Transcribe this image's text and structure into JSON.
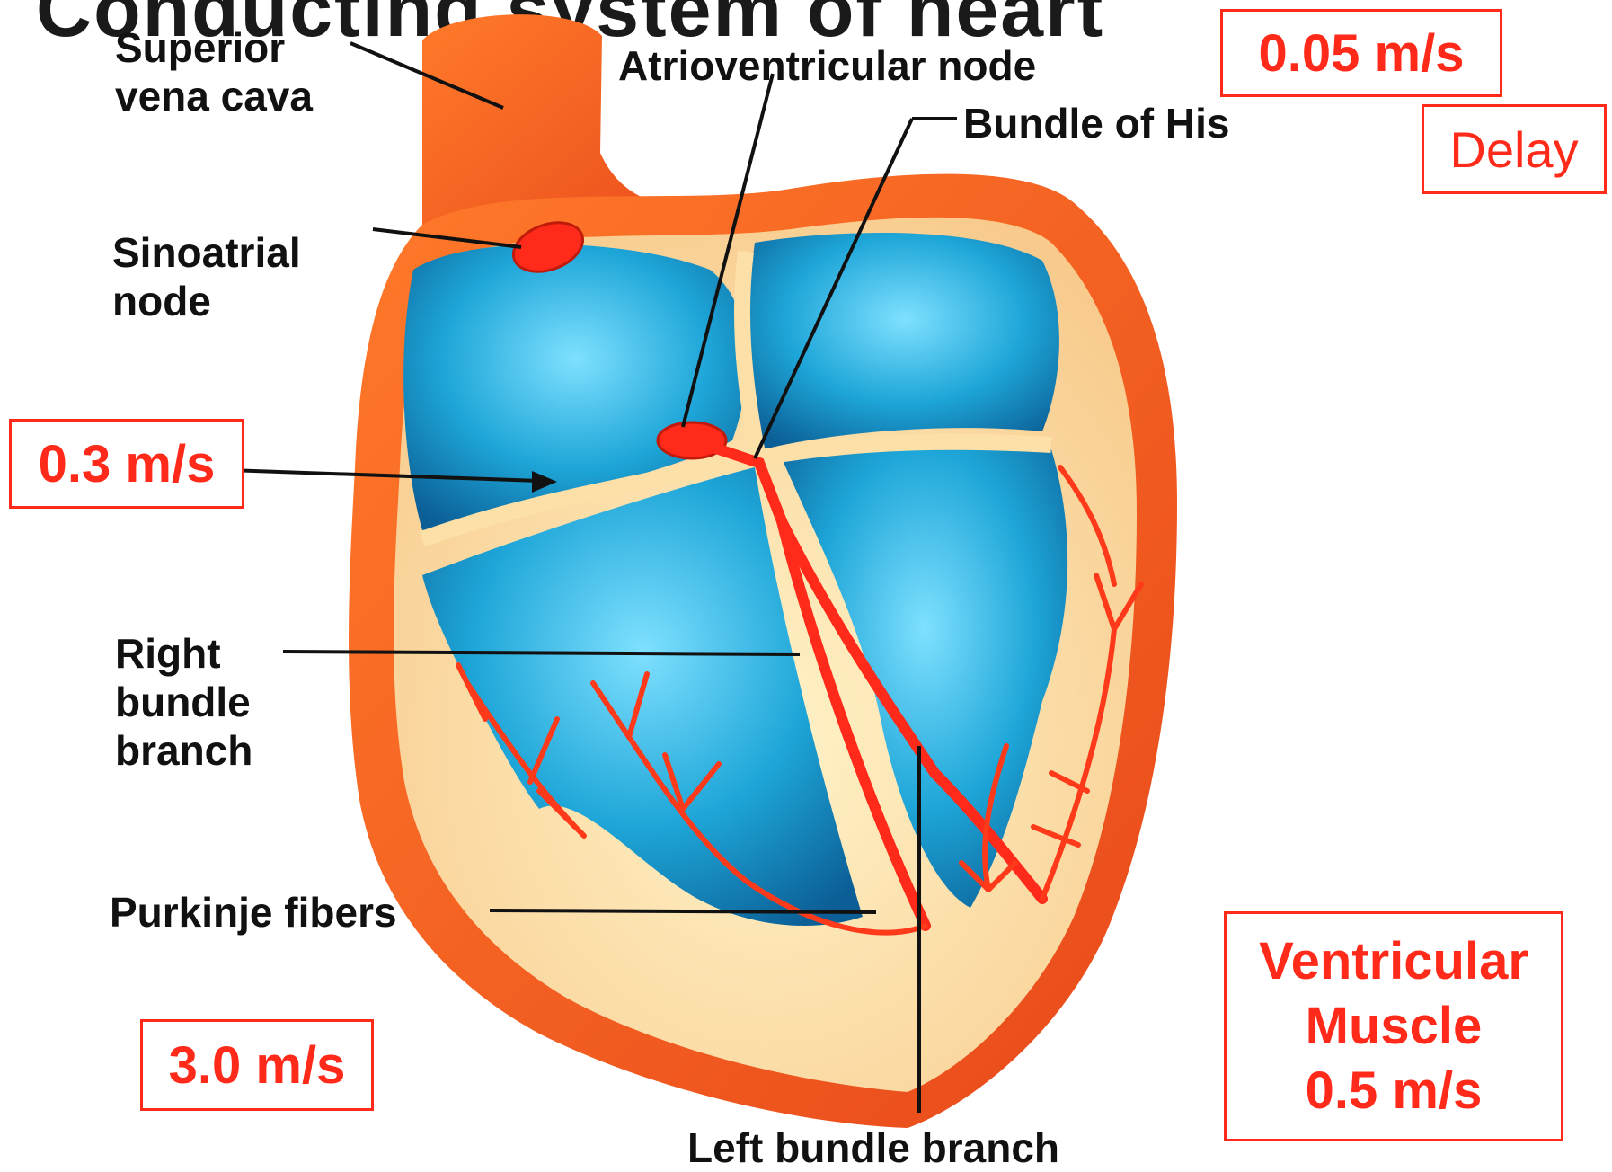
{
  "title": "Conducting system of heart",
  "labels": {
    "superior_vena_cava": "Superior\nvena cava",
    "atrioventricular_node": "Atrioventricular node",
    "bundle_of_his": "Bundle of His",
    "sinoatrial_node": "Sinoatrial\nnode",
    "right_bundle_branch": "Right\nbundle\nbranch",
    "purkinje_fibers": "Purkinje fibers",
    "left_bundle_branch": "Left bundle branch"
  },
  "boxes": {
    "av_speed": "0.05 m/s",
    "delay": "Delay",
    "atrial_speed": "0.3 m/s",
    "purkinje_speed": "3.0 m/s",
    "ventricular": "Ventricular\nMuscle\n0.5 m/s"
  },
  "colors": {
    "annotation": "#ff2a1a",
    "label_text": "#111111",
    "myocardium_outer": "#f05a1e",
    "myocardium_inner": "#fde0a8",
    "chamber": "#1ea6d8",
    "conduction": "#ff3a1a"
  }
}
